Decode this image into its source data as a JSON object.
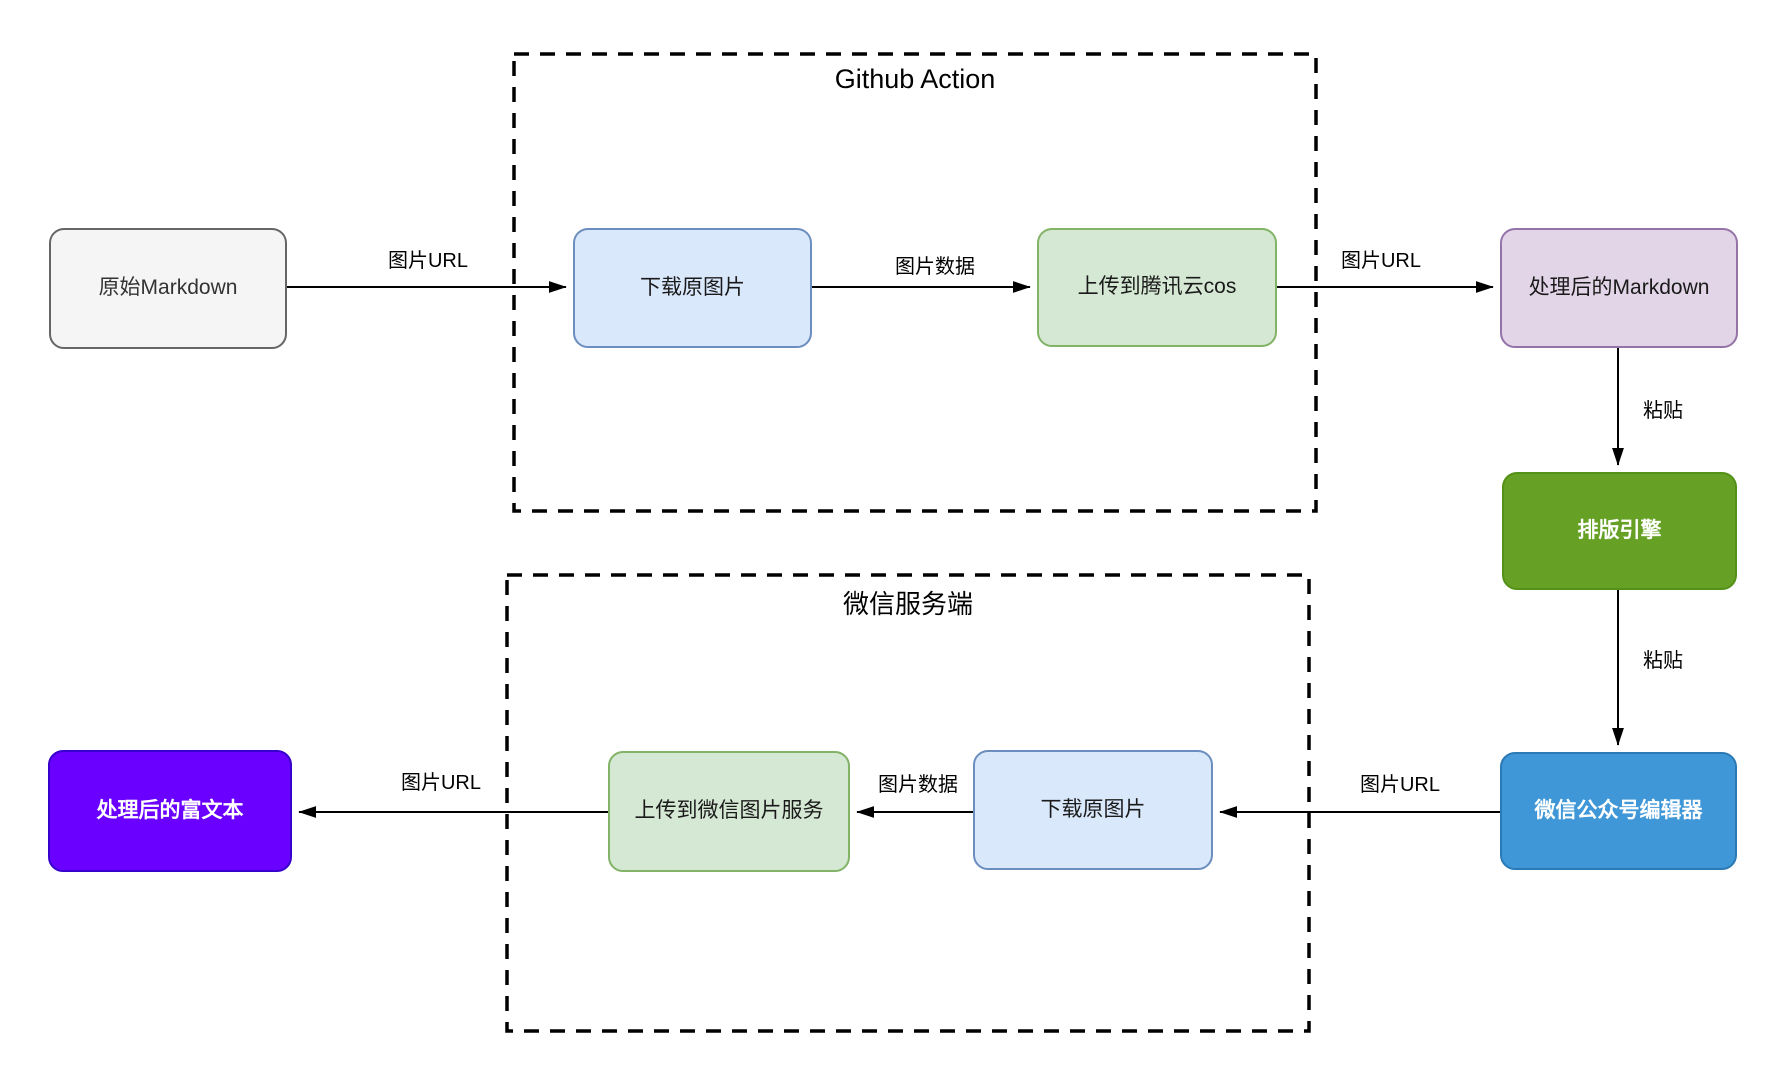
{
  "canvas": {
    "background": "#ffffff",
    "line_color": "#000000"
  },
  "containers": {
    "github_action": {
      "title": "Github Action"
    },
    "wechat_server": {
      "title": "微信服务端"
    }
  },
  "nodes": {
    "raw_markdown": {
      "label": "原始Markdown",
      "style": {
        "background": "#f5f5f5",
        "borderColor": "#666666",
        "color": "#333333"
      }
    },
    "download_original_image_top": {
      "label": "下载原图片",
      "style": {
        "background": "#dae8fc",
        "borderColor": "#6c8ebf",
        "color": "#1a1a1a"
      }
    },
    "upload_tencent_cos": {
      "label": "上传到腾讯云cos",
      "style": {
        "background": "#d5e8d4",
        "borderColor": "#82b366",
        "color": "#1a1a1a"
      }
    },
    "processed_markdown": {
      "label": "处理后的Markdown",
      "style": {
        "background": "#e1d5e7",
        "borderColor": "#9673a6",
        "color": "#1a1a1a"
      }
    },
    "layout_engine": {
      "label": "排版引擎",
      "style": {
        "background": "#66a126",
        "borderColor": "#549118",
        "color": "#ffffff"
      }
    },
    "wechat_editor": {
      "label": "微信公众号编辑器",
      "style": {
        "background": "#3f97d8",
        "borderColor": "#2b7ab5",
        "color": "#ffffff"
      }
    },
    "download_original_image_bottom": {
      "label": "下载原图片",
      "style": {
        "background": "#dae8fc",
        "borderColor": "#6c8ebf",
        "color": "#1a1a1a"
      }
    },
    "upload_wechat_image_service": {
      "label": "上传到微信图片服务",
      "style": {
        "background": "#d5e8d4",
        "borderColor": "#82b366",
        "color": "#1a1a1a"
      }
    },
    "processed_rich_text": {
      "label": "处理后的富文本",
      "style": {
        "background": "#6a00ff",
        "borderColor": "#3700cc",
        "color": "#ffffff"
      }
    }
  },
  "edge_labels": {
    "raw_to_download": "图片URL",
    "download_to_cos": "图片数据",
    "cos_to_markdown": "图片URL",
    "markdown_to_engine": "粘贴",
    "engine_to_editor": "粘贴",
    "editor_to_download": "图片URL",
    "download_to_upload": "图片数据",
    "upload_to_richtext": "图片URL"
  }
}
